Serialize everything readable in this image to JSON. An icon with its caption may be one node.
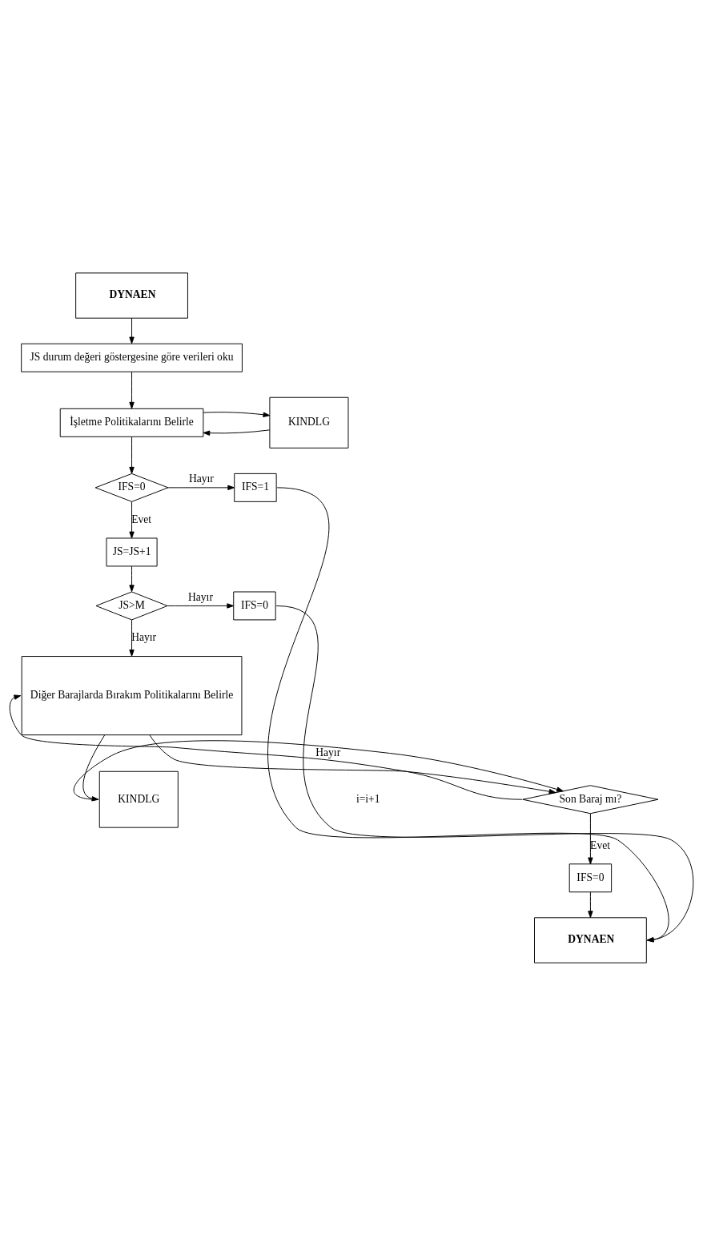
{
  "diagram": {
    "nodes": [
      {
        "text": [
          "DYNAEN"
        ]
      },
      {
        "text": [
          "JS durum değeri göstergesine göre verileri oku"
        ]
      },
      {
        "text": [
          "İşletme Politikalarını Belirle"
        ]
      },
      {
        "text": [
          "KINDLG"
        ]
      },
      {
        "text": [
          "IFS=0"
        ]
      },
      {
        "text": [
          "IFS=1"
        ]
      },
      {
        "text": [
          "JS=JS+1"
        ]
      },
      {
        "text": [
          "JS>M"
        ]
      },
      {
        "text": [
          "IFS=0"
        ]
      },
      {
        "text": [
          "Diğer Barajlarda Bırakım Politikalarını Belirle"
        ]
      },
      {
        "text": [
          "KINDLG"
        ]
      },
      {
        "text": [
          "Son Baraj mı?"
        ]
      },
      {
        "text": [
          "IFS=0"
        ]
      },
      {
        "text": [
          "DYNAEN"
        ]
      }
    ],
    "edges": [
      {
        "from": 0,
        "to": 1,
        "arrow": "to"
      },
      {
        "from": 1,
        "to": 2,
        "arrow": "to"
      },
      {
        "from": 3,
        "to": 2,
        "arrow": "to"
      },
      {
        "from": 2,
        "to": 3,
        "arrow": "to"
      },
      {
        "from": 2,
        "to": 4,
        "arrow": "to"
      },
      {
        "from": 4,
        "to": 5,
        "arrow": "to",
        "label": "Hayır"
      },
      {
        "from": 4,
        "to": 6,
        "arrow": "to",
        "label": "Evet"
      },
      {
        "from": 5,
        "to": 13,
        "arrow": "to"
      },
      {
        "from": 6,
        "to": 7,
        "arrow": "to"
      },
      {
        "from": 7,
        "to": 8,
        "arrow": "to",
        "label": "Hayır"
      },
      {
        "from": 8,
        "to": 13,
        "arrow": "to"
      },
      {
        "from": 7,
        "to": 9,
        "arrow": "to",
        "label": "Hayır"
      },
      {
        "from": 9,
        "to": 10,
        "arrow": "to"
      },
      {
        "from": 10,
        "to": 11,
        "arrow": "to"
      },
      {
        "from": 9,
        "to": 11,
        "arrow": "to"
      },
      {
        "from": 11,
        "to": 9,
        "arrow": "to",
        "label": "Hayır"
      },
      {
        "from": 11,
        "to": 12,
        "arrow": "to",
        "label": "Evet"
      },
      {
        "from": 12,
        "to": 13,
        "arrow": "to"
      }
    ],
    "labels": [
      "i=i+1"
    ]
  }
}
